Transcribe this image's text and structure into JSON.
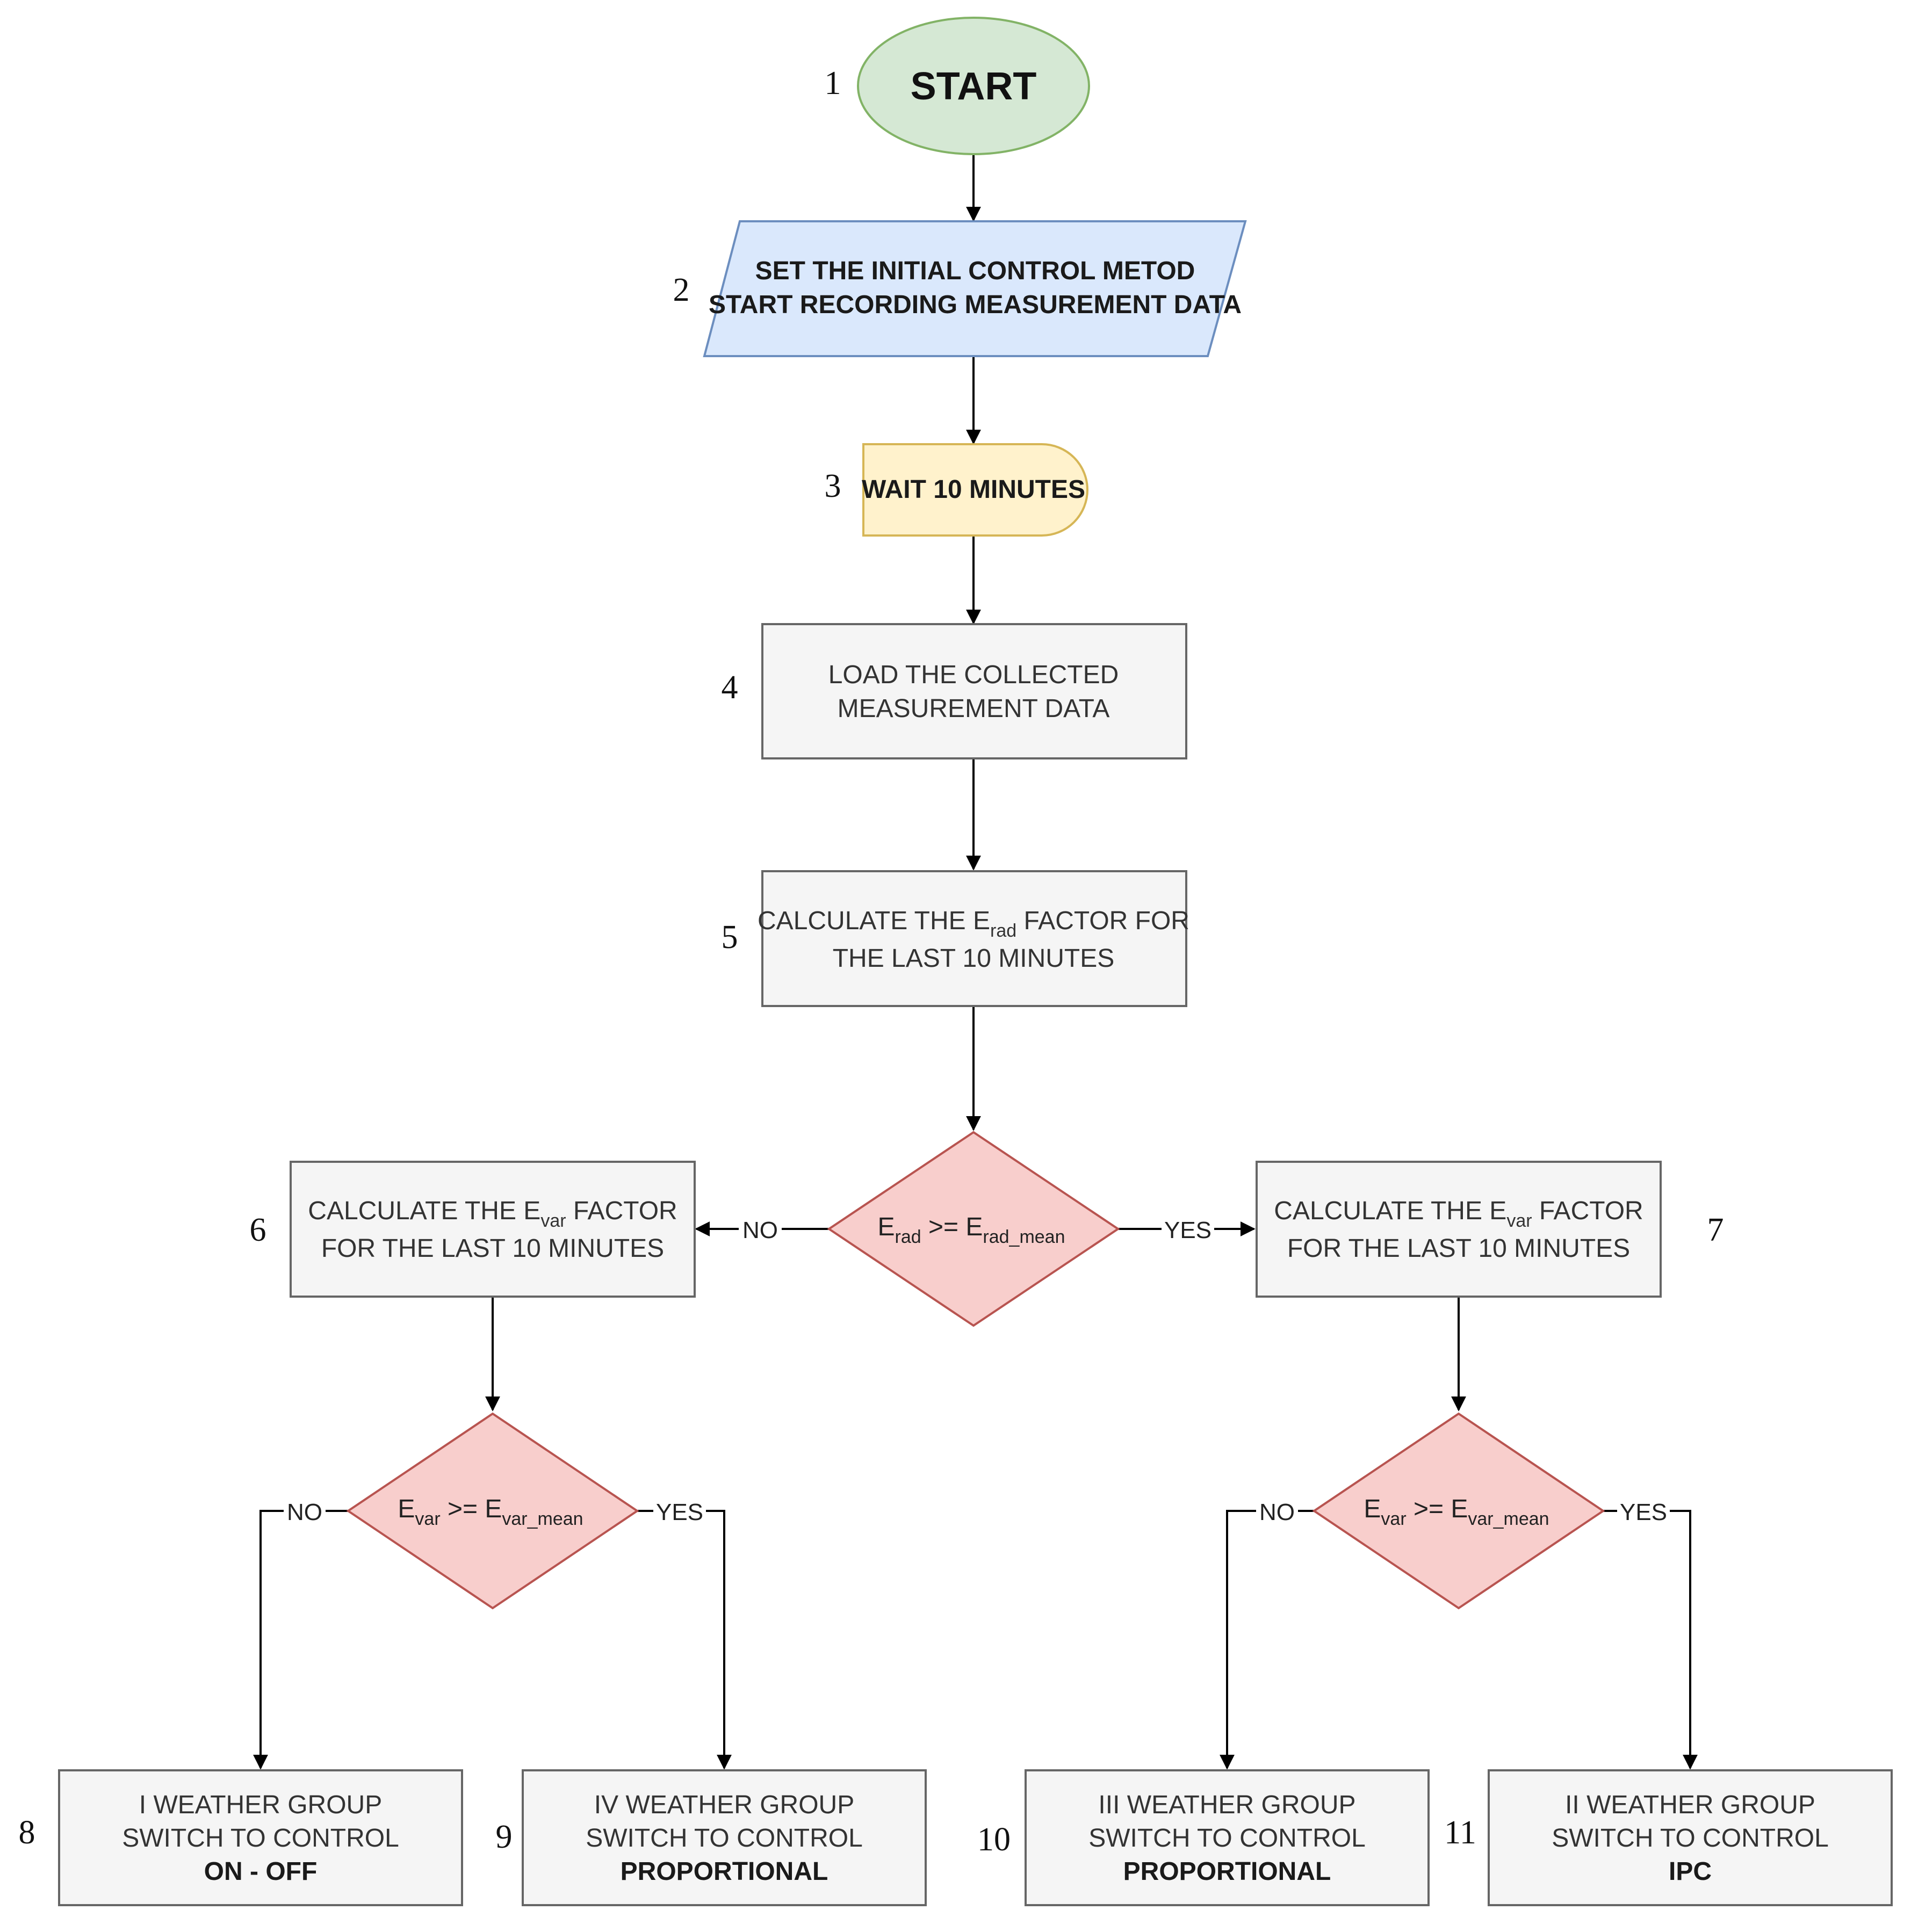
{
  "colors": {
    "start_fill": "#d5e8d4",
    "start_stroke": "#82b366",
    "io_fill": "#dae8fc",
    "io_stroke": "#6c8ebf",
    "delay_fill": "#fff2cc",
    "delay_stroke": "#d6b656",
    "process_fill": "#f5f5f5",
    "process_stroke": "#666666",
    "decision_fill": "#f8cecc",
    "decision_stroke": "#b85450",
    "edge": "#000000"
  },
  "nodes": {
    "n1": {
      "number": "1",
      "text": "START"
    },
    "n2": {
      "number": "2",
      "line1": "SET THE INITIAL CONTROL METOD",
      "line2": "START RECORDING MEASUREMENT DATA"
    },
    "n3": {
      "number": "3",
      "text": "WAIT 10 MINUTES"
    },
    "n4": {
      "number": "4",
      "line1": "LOAD THE COLLECTED",
      "line2": "MEASUREMENT DATA"
    },
    "n5": {
      "number": "5",
      "line1_pre": "CALCULATE THE E",
      "line1_sub": "rad",
      "line1_post": " FACTOR FOR",
      "line2": "THE LAST 10 MINUTES"
    },
    "d1": {
      "e": "E",
      "sub_left": "rad",
      "op": " >= E",
      "sub_right": "rad_mean"
    },
    "n6": {
      "number": "6",
      "line1_pre": "CALCULATE THE E",
      "line1_sub": "var",
      "line1_post": " FACTOR",
      "line2": "FOR THE LAST 10 MINUTES"
    },
    "n7": {
      "number": "7",
      "line1_pre": "CALCULATE THE E",
      "line1_sub": "var",
      "line1_post": " FACTOR",
      "line2": "FOR THE LAST 10 MINUTES"
    },
    "d2": {
      "e": "E",
      "sub_left": "var",
      "op": " >= E",
      "sub_right": "var_mean"
    },
    "d3": {
      "e": "E",
      "sub_left": "var",
      "op": " >= E",
      "sub_right": "var_mean"
    },
    "n8": {
      "number": "8",
      "line1": "I WEATHER GROUP",
      "line2": "SWITCH TO CONTROL",
      "line3": "ON - OFF"
    },
    "n9": {
      "number": "9",
      "line1": "IV WEATHER GROUP",
      "line2": "SWITCH TO CONTROL",
      "line3": "PROPORTIONAL"
    },
    "n10": {
      "number": "10",
      "line1": "III WEATHER GROUP",
      "line2": "SWITCH TO CONTROL",
      "line3": "PROPORTIONAL"
    },
    "n11": {
      "number": "11",
      "line1": "II WEATHER GROUP",
      "line2": "SWITCH TO CONTROL",
      "line3": "IPC"
    }
  },
  "edge_labels": {
    "d1_no": "NO",
    "d1_yes": "YES",
    "d2_no": "NO",
    "d2_yes": "YES",
    "d3_no": "NO",
    "d3_yes": "YES"
  }
}
